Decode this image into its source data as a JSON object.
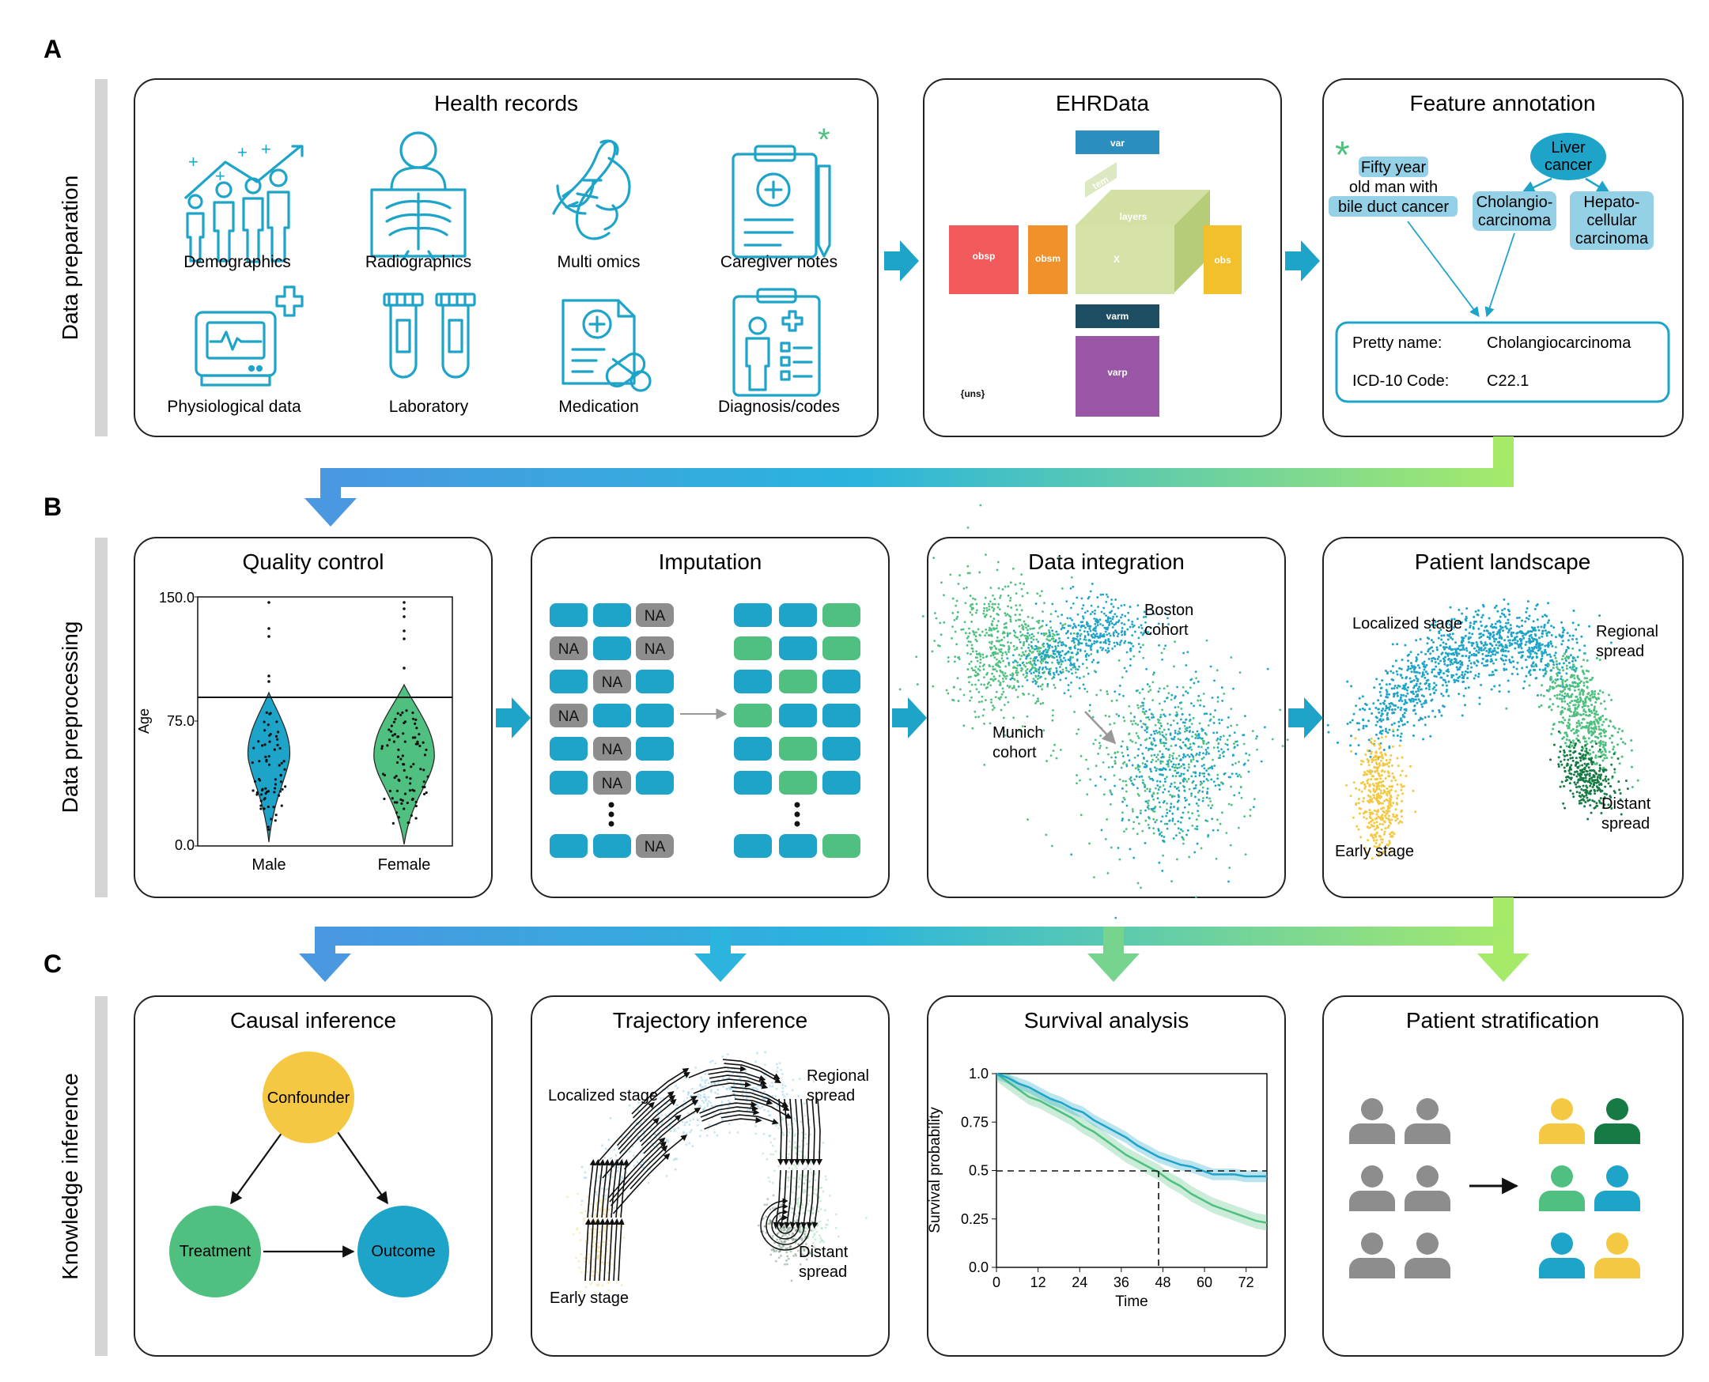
{
  "colors": {
    "blue": "#1ea4c9",
    "green": "#4fc07f",
    "yellow": "#f4c842",
    "darkgreen": "#157a43",
    "gray": "#8d8d8d",
    "gradient_start": "#4a98e0",
    "gradient_mid": "#2ab4de",
    "gradient_end": "#a6ea6a",
    "side_bar": "#d5d5d5"
  },
  "sections": {
    "a": {
      "letter": "A",
      "label": "Data preparation"
    },
    "b": {
      "letter": "B",
      "label": "Data preprocessing"
    },
    "c": {
      "letter": "C",
      "label": "Knowledge inference"
    }
  },
  "health_records": {
    "title": "Health records",
    "items": [
      {
        "label": "Demographics",
        "icon": "demographics-icon"
      },
      {
        "label": "Radiographics",
        "icon": "xray-icon"
      },
      {
        "label": "Multi omics",
        "icon": "dna-icon"
      },
      {
        "label": "Caregiver notes",
        "icon": "clipboard-icon"
      },
      {
        "label": "Physiological data",
        "icon": "monitor-icon"
      },
      {
        "label": "Laboratory",
        "icon": "test-tube-icon"
      },
      {
        "label": "Medication",
        "icon": "prescription-icon"
      },
      {
        "label": "Diagnosis/codes",
        "icon": "diagnosis-icon"
      }
    ]
  },
  "ehrdata": {
    "title": "EHRData",
    "blocks": {
      "var": "var",
      "tem": "tem",
      "layers": "layers",
      "obsp": "obsp",
      "obsm": "obsm",
      "x": "X",
      "obs": "obs",
      "varm": "varm",
      "varp": "varp",
      "uns": "{uns}"
    }
  },
  "feature_annotation": {
    "title": "Feature annotation",
    "note_lines": [
      "Fifty year",
      "old man with",
      "bile duct cancer"
    ],
    "root": [
      "Liver",
      "cancer"
    ],
    "child1": [
      "Cholangio-",
      "carcinoma"
    ],
    "child2": [
      "Hepato-",
      "cellular",
      "carcinoma"
    ],
    "fields": [
      {
        "key": "Pretty name:",
        "value": "Cholangiocarcinoma"
      },
      {
        "key": "ICD-10 Code:",
        "value": "C22.1"
      }
    ]
  },
  "quality_control": {
    "title": "Quality control",
    "ylabel": "Age",
    "yticks": [
      "150.0",
      "75.0",
      "0.0"
    ],
    "xcats": [
      "Male",
      "Female"
    ]
  },
  "imputation": {
    "title": "Imputation",
    "na": "NA"
  },
  "data_integration": {
    "title": "Data integration",
    "boston": [
      "Boston",
      "cohort"
    ],
    "munich": [
      "Munich",
      "cohort"
    ]
  },
  "patient_landscape": {
    "title": "Patient landscape",
    "localized": "Localized stage",
    "regional": [
      "Regional",
      "spread"
    ],
    "distant": [
      "Distant",
      "spread"
    ],
    "early": "Early stage"
  },
  "causal_inference": {
    "title": "Causal inference",
    "confounder": "Confounder",
    "treatment": "Treatment",
    "outcome": "Outcome"
  },
  "trajectory_inference": {
    "title": "Trajectory inference",
    "localized": "Localized stage",
    "regional": [
      "Regional",
      "spread"
    ],
    "distant": [
      "Distant",
      "spread"
    ],
    "early": "Early stage"
  },
  "survival_analysis": {
    "title": "Survival analysis",
    "ylabel": "Survival probability",
    "xlabel": "Time",
    "yticks": [
      "1.0",
      "0.75",
      "0.5",
      "0.25",
      "0.0"
    ],
    "xticks": [
      "0",
      "12",
      "24",
      "36",
      "48",
      "60",
      "72"
    ]
  },
  "patient_stratification": {
    "title": "Patient stratification"
  }
}
